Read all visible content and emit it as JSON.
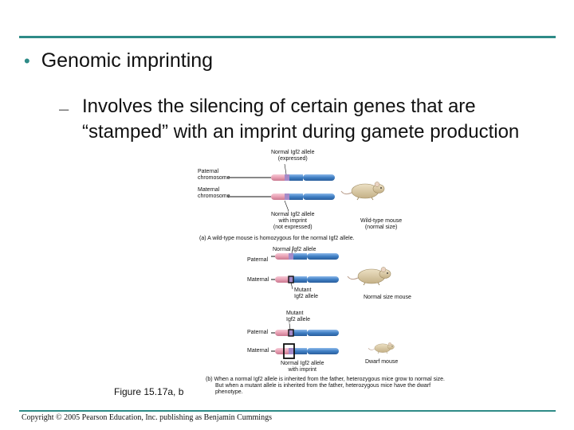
{
  "heading": {
    "bullet": "•",
    "text": "Genomic imprinting"
  },
  "subpoint": {
    "dash": "–",
    "text": "Involves the silencing of certain genes that are “stamped” with an imprint during gamete production"
  },
  "panel_a": {
    "normal_allele_expressed": [
      "Normal Igf2 allele",
      "(expressed)"
    ],
    "paternal_chromosome": [
      "Paternal",
      "chromosome"
    ],
    "maternal_chromosome": [
      "Maternal",
      "chromosome"
    ],
    "normal_allele_imprint": [
      "Normal Igf2 allele",
      "with imprint",
      "(not expressed)"
    ],
    "mouse_label": [
      "Wild-type mouse",
      "(normal size)"
    ],
    "caption": "(a) A wild-type mouse is homozygous for the normal Igf2 allele."
  },
  "panel_b1": {
    "normal_allele": "Normal Igf2 allele",
    "paternal": "Paternal",
    "maternal": "Maternal",
    "mutant_allele": [
      "Mutant",
      "Igf2 allele"
    ],
    "mouse_label": "Normal size mouse"
  },
  "panel_b2": {
    "mutant_allele": [
      "Mutant",
      "Igf2 allele"
    ],
    "paternal": "Paternal",
    "maternal": "Maternal",
    "mouse_label": "Dwarf mouse",
    "normal_allele_imprint": [
      "Normal Igf2 allele",
      "with imprint"
    ],
    "caption": [
      "(b) When a normal Igf2 allele is inherited from the father, heterozygous mice grow to normal size.",
      "But when a mutant allele is inherited from the father, heterozygous mice have the dwarf",
      "phenotype."
    ]
  },
  "figure_label": "Figure 15.17a, b",
  "copyright": "Copyright © 2005 Pearson Education, Inc. publishing as Benjamin Cummings",
  "colors": {
    "accent": "#2e8b87",
    "chrom_pink": "#e8a0b4",
    "chrom_blue": "#3f7fc4",
    "gene_band": "#a58ac8",
    "mouse": "#d9c9a3"
  }
}
